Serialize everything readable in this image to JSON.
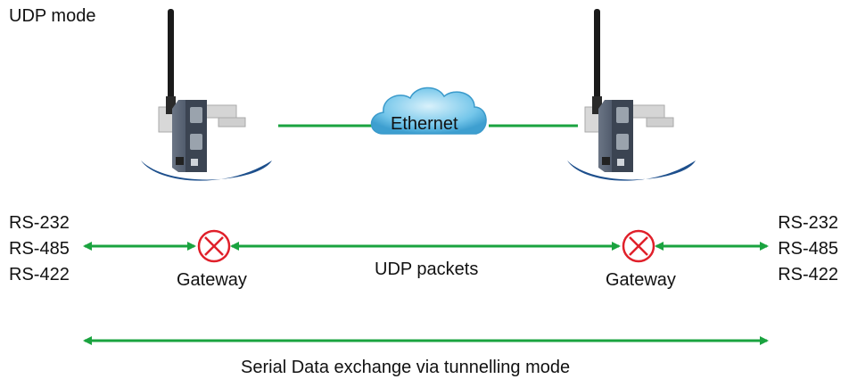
{
  "mode_label": "UDP mode",
  "network_label": "Ethernet",
  "serial_interfaces": [
    "RS-232",
    "RS-485",
    "RS-422"
  ],
  "gateway_label": "Gateway",
  "transport_label": "UDP packets",
  "exchange_label": "Serial Data exchange via tunnelling mode",
  "colors": {
    "link": "#1aa33f",
    "gateway_symbol": "#e0202a",
    "cloud": "#6cc3ea",
    "device": "#4a5566",
    "swoosh": "#1d4f8c"
  }
}
